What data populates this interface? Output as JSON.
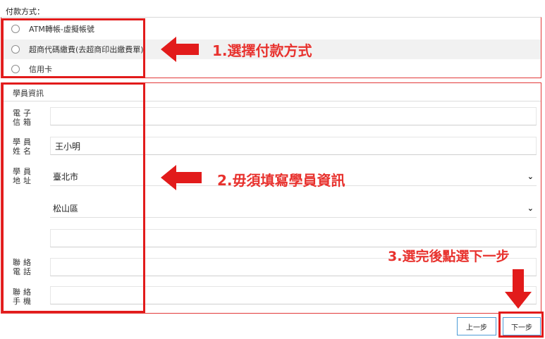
{
  "payment": {
    "label": "付款方式：",
    "options": [
      {
        "label": "ATM轉帳-虛擬帳號"
      },
      {
        "label": "超商代碼繳費(去超商印出繳費單)"
      },
      {
        "label": "信用卡"
      }
    ]
  },
  "student": {
    "section_title": "學員資訊",
    "email": {
      "label_top": "電子",
      "label_bottom": "信箱",
      "value": ""
    },
    "name": {
      "label_top": "學員",
      "label_bottom": "姓名",
      "value": "王小明"
    },
    "address": {
      "label_top": "學員",
      "label_bottom": "地址",
      "city": "臺北市",
      "district": "松山區",
      "street": ""
    },
    "phone": {
      "label_top": "聯絡",
      "label_bottom": "電話",
      "value": ""
    },
    "mobile": {
      "label_top": "聯絡",
      "label_bottom": "手機",
      "value": ""
    }
  },
  "buttons": {
    "prev": "上一步",
    "next": "下一步"
  },
  "annotations": {
    "step1": "1.選擇付款方式",
    "step2": "2.毋須填寫學員資訊",
    "step3": "3.選完後點選下一步"
  },
  "colors": {
    "annotation_red": "#e8322e",
    "button_border": "#4d9bd6"
  }
}
